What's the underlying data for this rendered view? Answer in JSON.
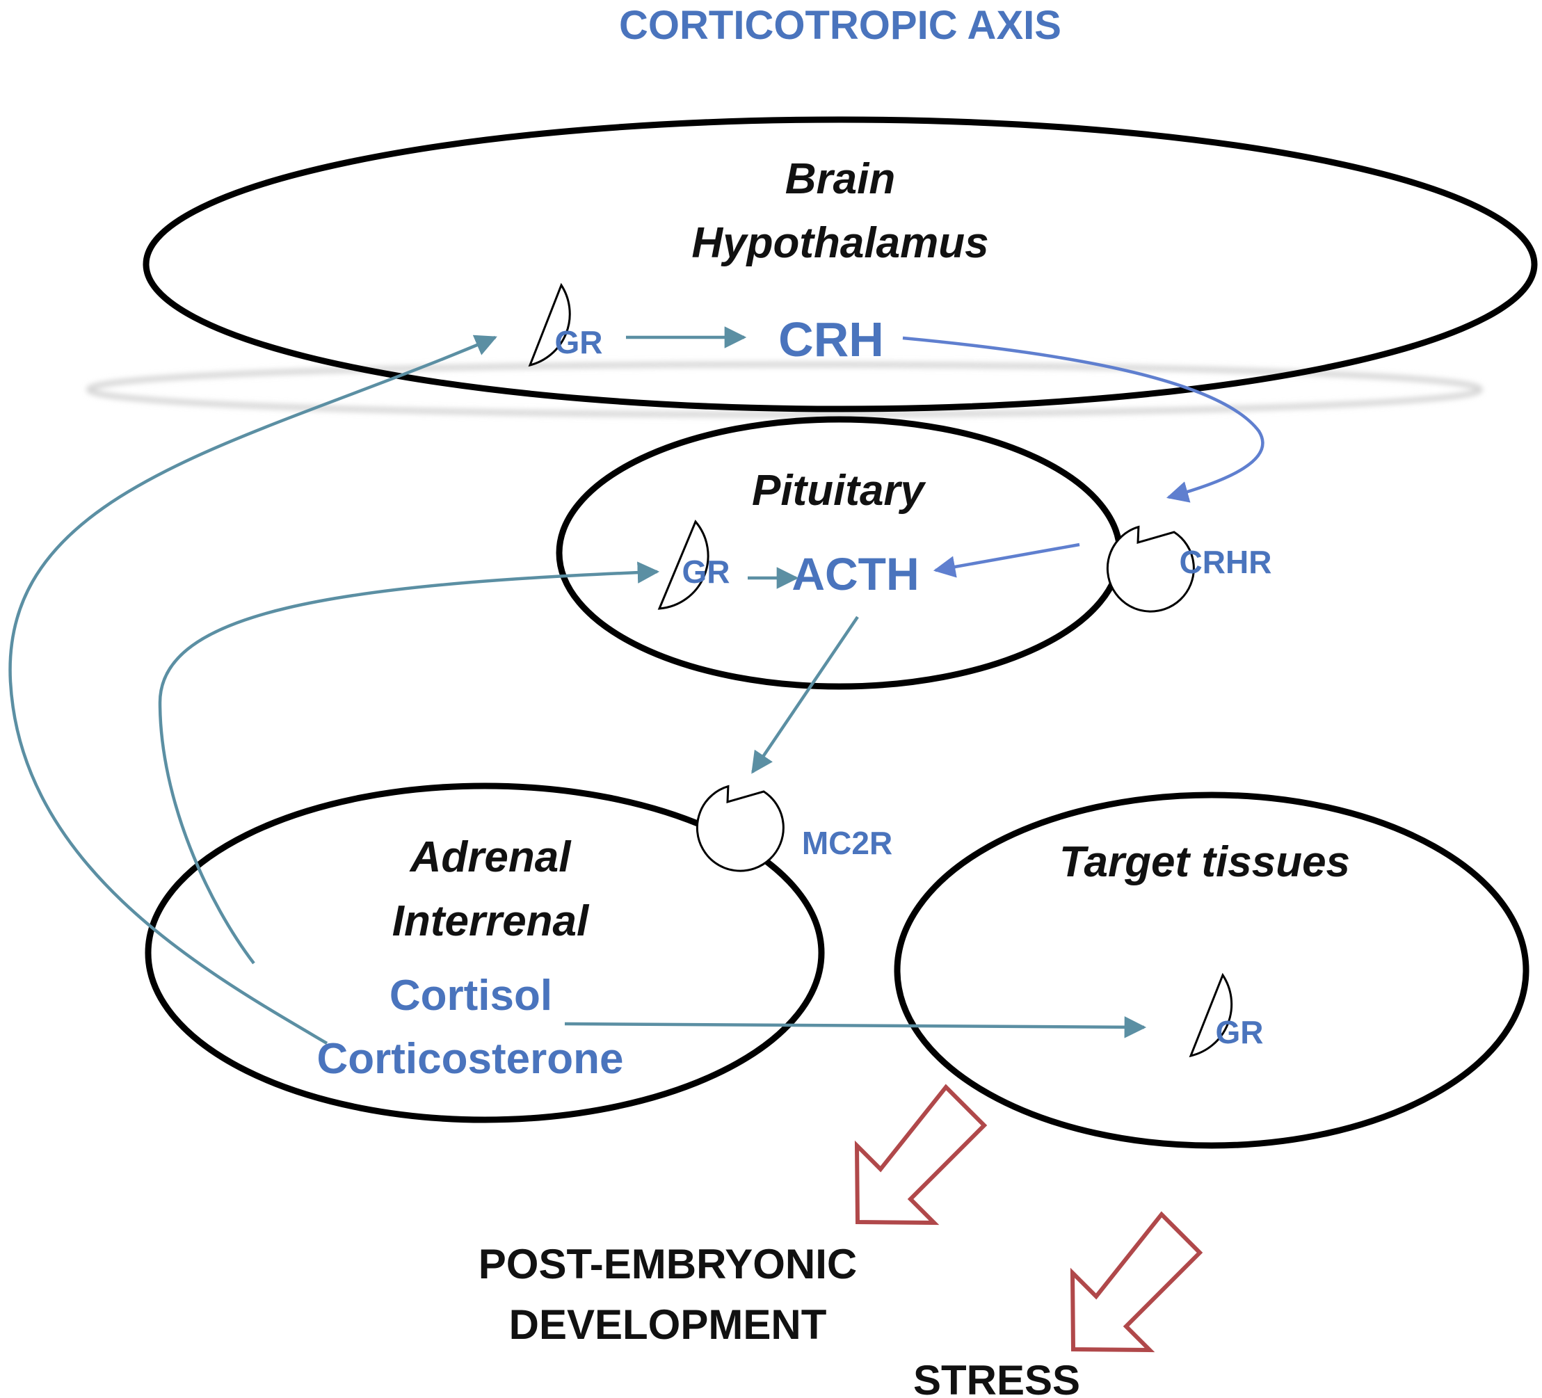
{
  "title": "CORTICOTROPIC AXIS",
  "regions": {
    "brain_line1": "Brain",
    "brain_line2": "Hypothalamus",
    "pituitary": "Pituitary",
    "adrenal_line1": "Adrenal",
    "adrenal_line2": "Interrenal",
    "target": "Target tissues"
  },
  "hormones": {
    "crh": "CRH",
    "acth": "ACTH",
    "cortisol": "Cortisol",
    "corticosterone": "Corticosterone"
  },
  "receptors": {
    "gr_brain": "GR",
    "gr_pituitary": "GR",
    "gr_target": "GR",
    "crhr": "CRHR",
    "mc2r": "MC2R"
  },
  "outcomes": {
    "development_line1": "POST-EMBRYONIC",
    "development_line2": "DEVELOPMENT",
    "stress": "STRESS"
  },
  "colors": {
    "hormone_text": "#4a74bd",
    "teal_arrow": "#5b8fa3",
    "blue_arrow": "#5f7fcf",
    "outcome_arrow": "#b0484a"
  }
}
